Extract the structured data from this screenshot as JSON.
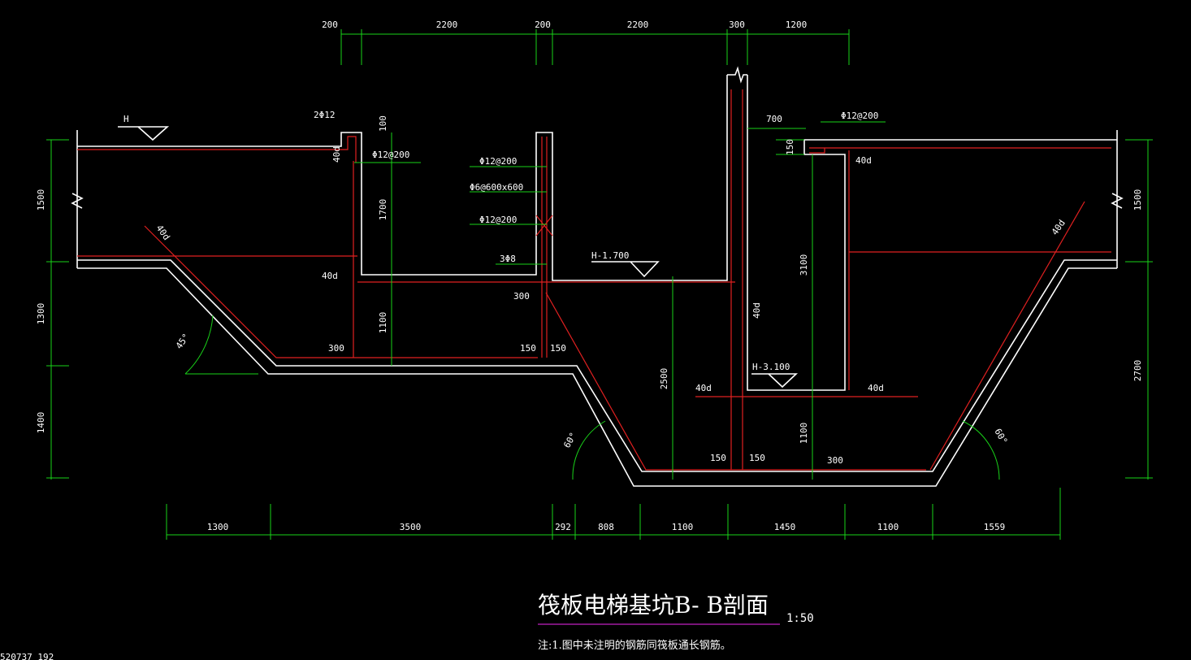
{
  "colors": {
    "background": "#000000",
    "outline": "#ffffff",
    "rebar": "#e02020",
    "dimension": "#19d219",
    "title_underline": "#c020c0"
  },
  "top_dims": [
    "200",
    "2200",
    "200",
    "2200",
    "300",
    "1200"
  ],
  "bottom_dims": [
    "1300",
    "3500",
    "292",
    "808",
    "1100",
    "1450",
    "1100",
    "1559"
  ],
  "left_dims": [
    "1500",
    "1300",
    "1400"
  ],
  "right_dims": [
    "1500",
    "2700"
  ],
  "inner_dims": [
    "100",
    "1700",
    "1100",
    "700",
    "150",
    "3100",
    "1100",
    "2500"
  ],
  "labels": {
    "h": "H",
    "h_1700": "H-1.700",
    "h_3100": "H-3.100",
    "bar_2phi12": "2Φ12",
    "bar_phi12_200_a": "Φ12@200",
    "bar_phi12_200_b": "Φ12@200",
    "bar_phi12_200_c": "Φ12@200",
    "bar_phi12_200_d": "Φ12@200",
    "bar_phi6": "Φ6@600x600",
    "bar_3phi8": "3Φ8",
    "ld_40d": "40d",
    "ang_45": "45°",
    "ang_60": "60°",
    "d_300": "300",
    "d_150": "150"
  },
  "title": "筏板电梯基坑B- B剖面",
  "scale": "1:50",
  "note": "注:1.图中未注明的钢筋同筏板通长钢筋。",
  "corner_text": "520737 192"
}
